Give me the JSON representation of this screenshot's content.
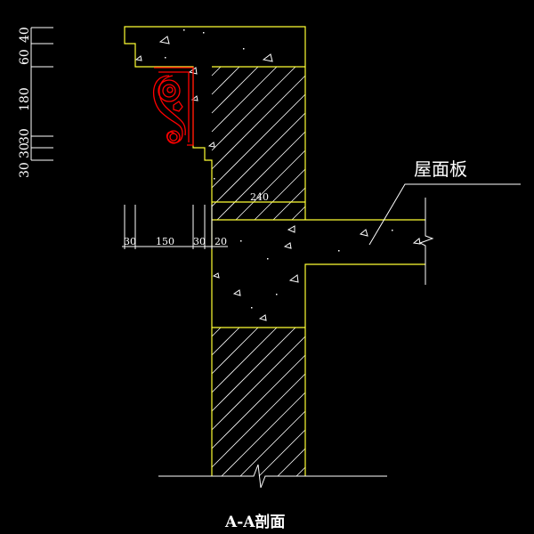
{
  "title": "A-A剖面",
  "callout_label": "屋面板",
  "vertical_dims": [
    "40",
    "60",
    "180",
    "30",
    "30",
    "30"
  ],
  "horizontal_dims": [
    "30",
    "150",
    "30",
    "20"
  ],
  "wall_width_dim": "240",
  "colors": {
    "outline": "#ffff33",
    "bracket": "#ff0000",
    "annotation": "#ffffff",
    "background": "#000000"
  }
}
